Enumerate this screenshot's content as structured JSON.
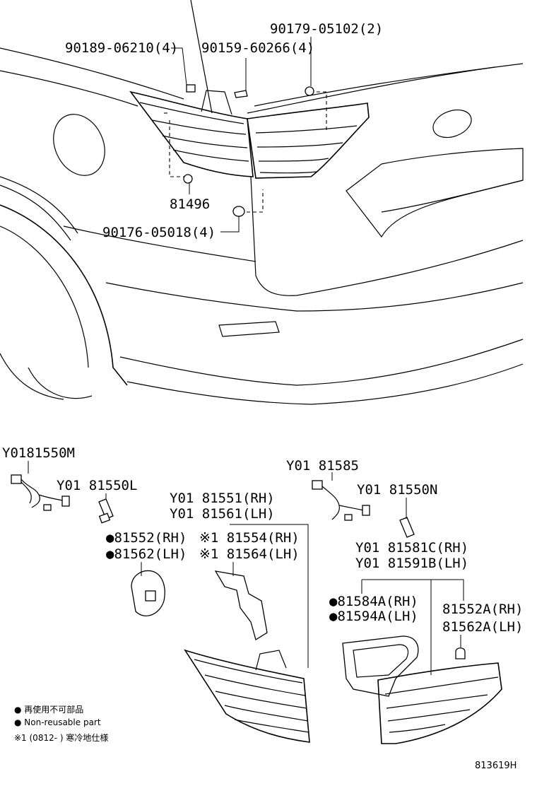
{
  "labels": {
    "p90189": "90189-06210(4)",
    "p90159": "90159-60266(4)",
    "p90179": "90179-05102(2)",
    "p81496": "81496",
    "p90176": "90176-05018(4)",
    "y81550m": "Y0181550M",
    "y81550l": "Y01 81550L",
    "y81585": "Y01 81585",
    "y81550n": "Y01 81550N",
    "y81551": "Y01 81551(RH)",
    "y81561": "Y01 81561(LH)",
    "p81552": "●81552(RH)",
    "p81562": "●81562(LH)",
    "p81554": "※1 81554(RH)",
    "p81564": "※1 81564(LH)",
    "y81581c": "Y01 81581C(RH)",
    "y81591b": "Y01 81591B(LH)",
    "p81584a": "●81584A(RH)",
    "p81594a": "●81594A(LH)",
    "p81552a": "81552A(RH)",
    "p81562a": "81562A(LH)"
  },
  "legend": {
    "line1": "● 再使用不可部品",
    "line2": "● Non-reusable part",
    "line3": "※1 (0812-      ) 寒冷地仕様"
  },
  "footer": {
    "code": "813619H"
  }
}
